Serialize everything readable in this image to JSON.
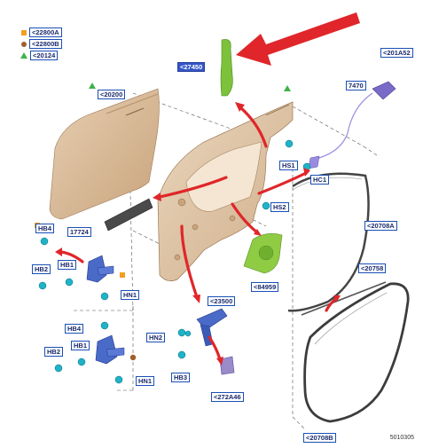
{
  "legend": [
    {
      "marker": "square",
      "color": "#f0a020",
      "label": "<22800A"
    },
    {
      "marker": "circle",
      "color": "#a0602a",
      "label": "<22800B"
    },
    {
      "marker": "triangle",
      "color": "#3fb24a",
      "label": "<20124"
    }
  ],
  "callouts": {
    "part_27450": "<27450",
    "part_201a52": "<201A52",
    "part_7470": "7470",
    "part_20200": "<20200",
    "hs1": "HS1",
    "hc1": "HC1",
    "hs2": "HS2",
    "part_17724": "17724",
    "part_20708a": "<20708A",
    "hb4_top": "HB4",
    "hb1_top": "HB1",
    "hb2_top": "HB2",
    "hn1_top": "HN1",
    "part_84959": "<84959",
    "part_20758": "<20758",
    "part_23500": "<23500",
    "hb4_bottom": "HB4",
    "hb1_bottom": "HB1",
    "hb2_bottom": "HB2",
    "hn2": "HN2",
    "hn1_bottom": "HN1",
    "hb3": "HB3",
    "part_272a46": "<272A46",
    "part_20708b": "<20708B"
  },
  "figure_number": "5010305",
  "colors": {
    "arrow_red": "#e0262a",
    "label_blue": "#1a4fb5",
    "panel_tan": "#dcc0a0",
    "seal_gray": "#555555",
    "part_green": "#7cc23a",
    "part_purple": "#7a6ac8",
    "fastener_teal": "#1fb3c8"
  }
}
